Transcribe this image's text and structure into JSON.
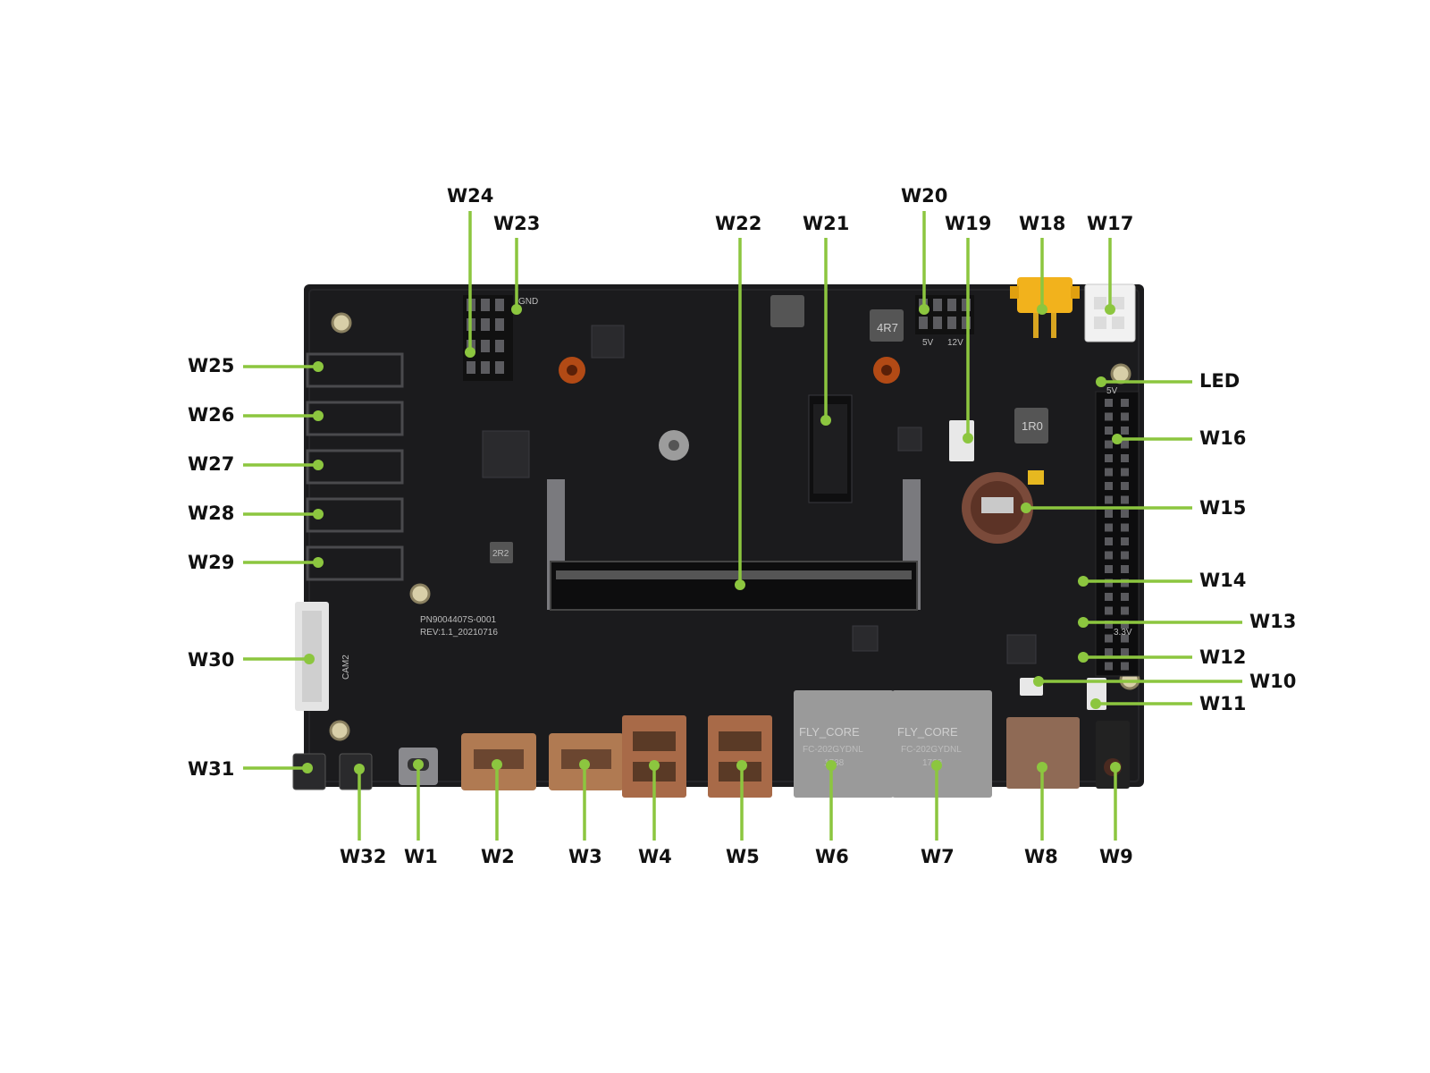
{
  "colors": {
    "callout": "#8cc63f",
    "board": "#1b1b1d",
    "label": "#111111",
    "power_connector": "#f2b21c",
    "rtc_battery": "#7a4a3a",
    "ethernet_jack": "#9a9a9a"
  },
  "board": {
    "part_number": "PN9004407S-0001",
    "revision": "REV:1.1_20210716",
    "camera_label": "CAM2",
    "inductors": [
      "4R7",
      "1R0",
      "2R2"
    ],
    "ethernet_text": [
      "FLY_CORE",
      "FC-202GYDNL",
      "1738"
    ],
    "gnd_label": "GND",
    "voltage_labels": [
      "5V",
      "12V",
      "3.3V"
    ]
  },
  "labels": {
    "W1": "W1",
    "W2": "W2",
    "W3": "W3",
    "W4": "W4",
    "W5": "W5",
    "W6": "W6",
    "W7": "W7",
    "W8": "W8",
    "W9": "W9",
    "W10": "W10",
    "W11": "W11",
    "W12": "W12",
    "W13": "W13",
    "W14": "W14",
    "W15": "W15",
    "W16": "W16",
    "W17": "W17",
    "W18": "W18",
    "W19": "W19",
    "W20": "W20",
    "W21": "W21",
    "W22": "W22",
    "W23": "W23",
    "W24": "W24",
    "W25": "W25",
    "W26": "W26",
    "W27": "W27",
    "W28": "W28",
    "W29": "W29",
    "W30": "W30",
    "W31": "W31",
    "W32": "W32",
    "LED": "LED"
  }
}
